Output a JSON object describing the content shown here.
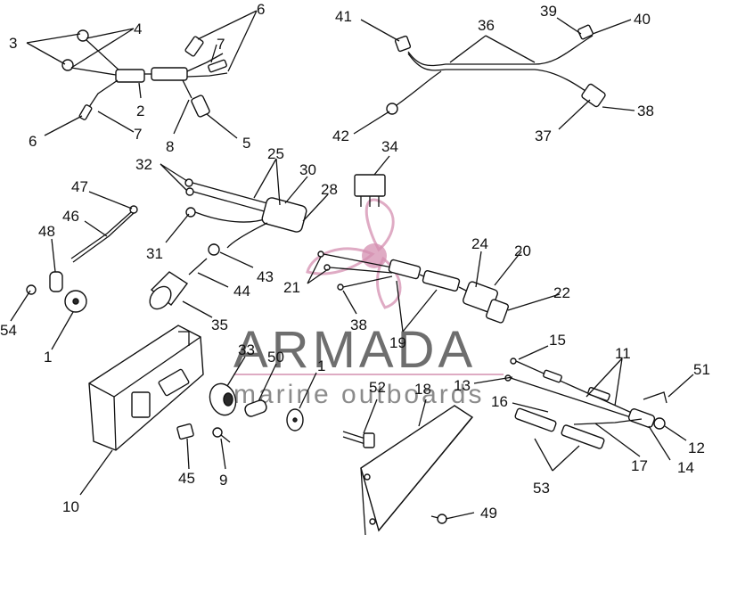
{
  "callouts": [
    {
      "id": "c3",
      "label": "3"
    },
    {
      "id": "c4",
      "label": "4"
    },
    {
      "id": "c6a",
      "label": "6"
    },
    {
      "id": "c7a",
      "label": "7"
    },
    {
      "id": "c2",
      "label": "2"
    },
    {
      "id": "c6b",
      "label": "6"
    },
    {
      "id": "c7b",
      "label": "7"
    },
    {
      "id": "c8",
      "label": "8"
    },
    {
      "id": "c5",
      "label": "5"
    },
    {
      "id": "c41",
      "label": "41"
    },
    {
      "id": "c36",
      "label": "36"
    },
    {
      "id": "c39",
      "label": "39"
    },
    {
      "id": "c40",
      "label": "40"
    },
    {
      "id": "c42",
      "label": "42"
    },
    {
      "id": "c37",
      "label": "37"
    },
    {
      "id": "c38a",
      "label": "38"
    },
    {
      "id": "c34",
      "label": "34"
    },
    {
      "id": "c25",
      "label": "25"
    },
    {
      "id": "c32",
      "label": "32"
    },
    {
      "id": "c30",
      "label": "30"
    },
    {
      "id": "c28",
      "label": "28"
    },
    {
      "id": "c47",
      "label": "47"
    },
    {
      "id": "c46",
      "label": "46"
    },
    {
      "id": "c48",
      "label": "48"
    },
    {
      "id": "c31",
      "label": "31"
    },
    {
      "id": "c43",
      "label": "43"
    },
    {
      "id": "c44",
      "label": "44"
    },
    {
      "id": "c54",
      "label": "54"
    },
    {
      "id": "c1a",
      "label": "1"
    },
    {
      "id": "c35",
      "label": "35"
    },
    {
      "id": "c24",
      "label": "24"
    },
    {
      "id": "c20",
      "label": "20"
    },
    {
      "id": "c21",
      "label": "21"
    },
    {
      "id": "c22",
      "label": "22"
    },
    {
      "id": "c38b",
      "label": "38"
    },
    {
      "id": "c19",
      "label": "19"
    },
    {
      "id": "c33",
      "label": "33"
    },
    {
      "id": "c50",
      "label": "50"
    },
    {
      "id": "c1b",
      "label": "1"
    },
    {
      "id": "c15",
      "label": "15"
    },
    {
      "id": "c11",
      "label": "11"
    },
    {
      "id": "c51",
      "label": "51"
    },
    {
      "id": "c13",
      "label": "13"
    },
    {
      "id": "c52",
      "label": "52"
    },
    {
      "id": "c18",
      "label": "18"
    },
    {
      "id": "c16",
      "label": "16"
    },
    {
      "id": "c12",
      "label": "12"
    },
    {
      "id": "c17",
      "label": "17"
    },
    {
      "id": "c14",
      "label": "14"
    },
    {
      "id": "c45",
      "label": "45"
    },
    {
      "id": "c9",
      "label": "9"
    },
    {
      "id": "c53",
      "label": "53"
    },
    {
      "id": "c10",
      "label": "10"
    },
    {
      "id": "c49",
      "label": "49"
    }
  ],
  "watermark": {
    "brand": "ARMADA",
    "tagline": "marine outboards",
    "color": "#d48fb0"
  }
}
